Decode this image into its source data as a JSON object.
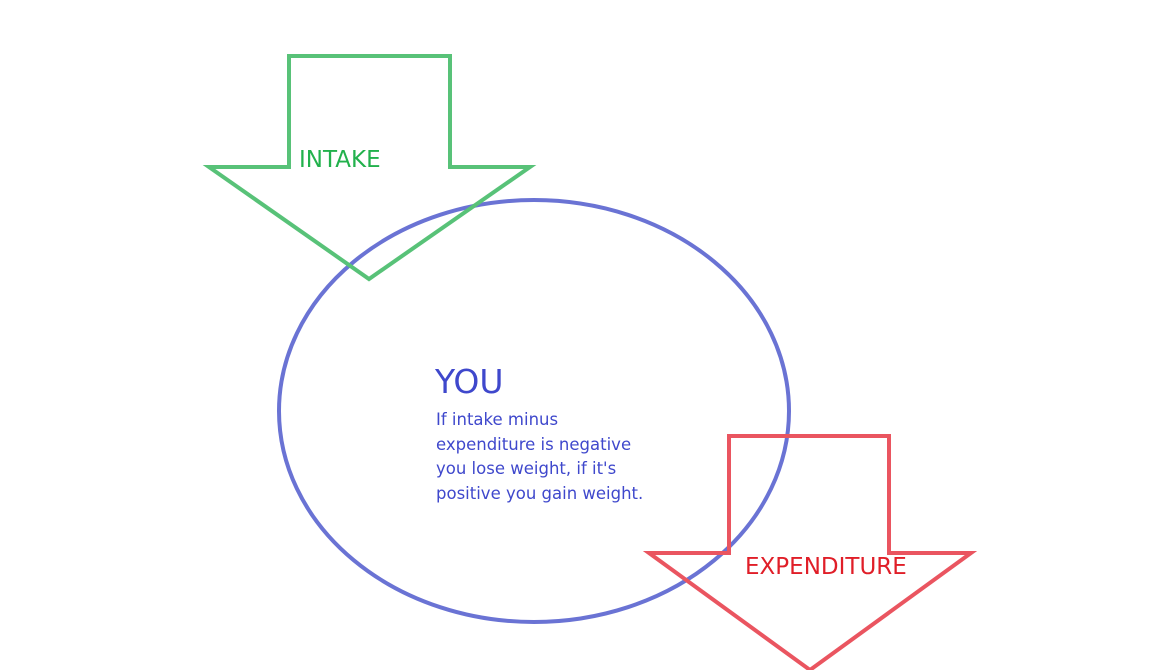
{
  "intake_label": "INTAKE",
  "you_label": "YOU",
  "description_lines": [
    "If intake minus",
    "expenditure is negative",
    "you lose weight, if it's",
    "positive you gain weight."
  ],
  "expenditure_label": "EXPENDITURE",
  "colors": {
    "intake": "#58c278",
    "you": "#6a73d4",
    "expenditure": "#ea5560"
  }
}
